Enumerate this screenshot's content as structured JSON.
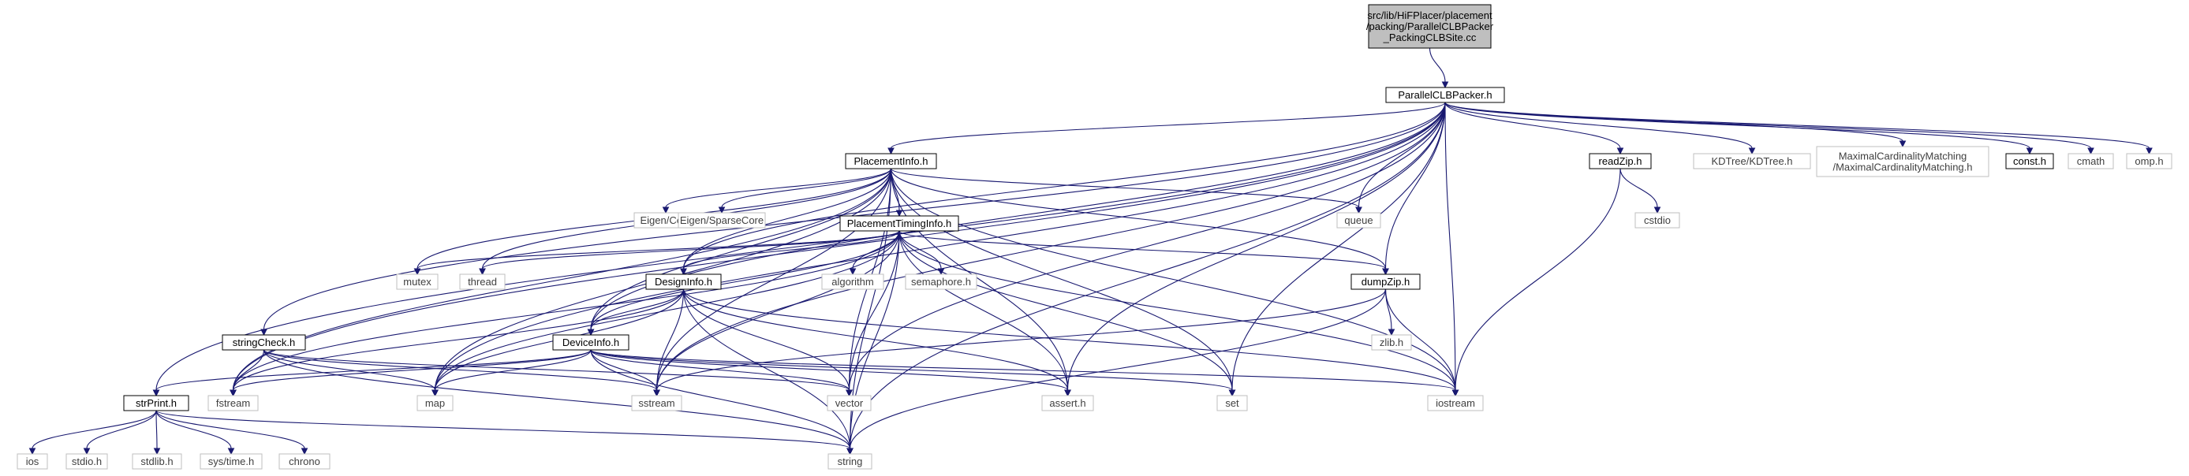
{
  "diagram": {
    "colors": {
      "edge": "#191970",
      "root_fill": "#bfbfbf",
      "root_border": "#000000",
      "doc_border": "#000000",
      "ext_border": "#bfbfbf",
      "text_doc": "#000000",
      "text_ext": "#3f3f3f"
    },
    "nodes": [
      {
        "id": "root",
        "label": [
          "src/lib/HiFPlacer/placement",
          "/packing/ParallelCLBPacker",
          "_PackingCLBSite.cc"
        ],
        "kind": "root"
      },
      {
        "id": "pclb",
        "label": [
          "ParallelCLBPacker.h"
        ],
        "kind": "doc"
      },
      {
        "id": "pinfo",
        "label": [
          "PlacementInfo.h"
        ],
        "kind": "doc"
      },
      {
        "id": "readzip",
        "label": [
          "readZip.h"
        ],
        "kind": "doc"
      },
      {
        "id": "kdtree",
        "label": [
          "KDTree/KDTree.h"
        ],
        "kind": "ext"
      },
      {
        "id": "mcm",
        "label": [
          "MaximalCardinalityMatching",
          "/MaximalCardinalityMatching.h"
        ],
        "kind": "ext"
      },
      {
        "id": "const",
        "label": [
          "const.h"
        ],
        "kind": "doc"
      },
      {
        "id": "cmath",
        "label": [
          "cmath"
        ],
        "kind": "ext"
      },
      {
        "id": "omp",
        "label": [
          "omp.h"
        ],
        "kind": "ext"
      },
      {
        "id": "eigcore",
        "label": [
          "Eigen/Core"
        ],
        "kind": "ext"
      },
      {
        "id": "eigsparse",
        "label": [
          "Eigen/SparseCore"
        ],
        "kind": "ext"
      },
      {
        "id": "queue",
        "label": [
          "queue"
        ],
        "kind": "ext"
      },
      {
        "id": "cstdio",
        "label": [
          "cstdio"
        ],
        "kind": "ext"
      },
      {
        "id": "ptiming",
        "label": [
          "PlacementTimingInfo.h"
        ],
        "kind": "doc"
      },
      {
        "id": "mutex",
        "label": [
          "mutex"
        ],
        "kind": "ext"
      },
      {
        "id": "thread",
        "label": [
          "thread"
        ],
        "kind": "ext"
      },
      {
        "id": "algorithm",
        "label": [
          "algorithm"
        ],
        "kind": "ext"
      },
      {
        "id": "semaphore",
        "label": [
          "semaphore.h"
        ],
        "kind": "ext"
      },
      {
        "id": "dinfo",
        "label": [
          "DesignInfo.h"
        ],
        "kind": "doc"
      },
      {
        "id": "dumpzip",
        "label": [
          "dumpZip.h"
        ],
        "kind": "doc"
      },
      {
        "id": "strcheck",
        "label": [
          "stringCheck.h"
        ],
        "kind": "doc"
      },
      {
        "id": "devinfo",
        "label": [
          "DeviceInfo.h"
        ],
        "kind": "doc"
      },
      {
        "id": "zlib",
        "label": [
          "zlib.h"
        ],
        "kind": "ext"
      },
      {
        "id": "strprint",
        "label": [
          "strPrint.h"
        ],
        "kind": "doc"
      },
      {
        "id": "fstream",
        "label": [
          "fstream"
        ],
        "kind": "ext"
      },
      {
        "id": "map",
        "label": [
          "map"
        ],
        "kind": "ext"
      },
      {
        "id": "sstream",
        "label": [
          "sstream"
        ],
        "kind": "ext"
      },
      {
        "id": "vector",
        "label": [
          "vector"
        ],
        "kind": "ext"
      },
      {
        "id": "assert",
        "label": [
          "assert.h"
        ],
        "kind": "ext"
      },
      {
        "id": "set",
        "label": [
          "set"
        ],
        "kind": "ext"
      },
      {
        "id": "iostream",
        "label": [
          "iostream"
        ],
        "kind": "ext"
      },
      {
        "id": "ios",
        "label": [
          "ios"
        ],
        "kind": "ext"
      },
      {
        "id": "stdio",
        "label": [
          "stdio.h"
        ],
        "kind": "ext"
      },
      {
        "id": "stdlib",
        "label": [
          "stdlib.h"
        ],
        "kind": "ext"
      },
      {
        "id": "systime",
        "label": [
          "sys/time.h"
        ],
        "kind": "ext"
      },
      {
        "id": "chrono",
        "label": [
          "chrono"
        ],
        "kind": "ext"
      },
      {
        "id": "string",
        "label": [
          "string"
        ],
        "kind": "ext"
      }
    ],
    "edges": [
      [
        "root",
        "pclb"
      ],
      [
        "pclb",
        "pinfo"
      ],
      [
        "pclb",
        "readzip"
      ],
      [
        "pclb",
        "kdtree"
      ],
      [
        "pclb",
        "mcm"
      ],
      [
        "pclb",
        "const"
      ],
      [
        "pclb",
        "cmath"
      ],
      [
        "pclb",
        "omp"
      ],
      [
        "pclb",
        "queue"
      ],
      [
        "pclb",
        "dinfo"
      ],
      [
        "pclb",
        "devinfo"
      ],
      [
        "pclb",
        "strcheck"
      ],
      [
        "pclb",
        "strprint"
      ],
      [
        "pclb",
        "fstream"
      ],
      [
        "pclb",
        "map"
      ],
      [
        "pclb",
        "sstream"
      ],
      [
        "pclb",
        "vector"
      ],
      [
        "pclb",
        "assert"
      ],
      [
        "pclb",
        "set"
      ],
      [
        "pclb",
        "iostream"
      ],
      [
        "pclb",
        "string"
      ],
      [
        "pclb",
        "dumpzip"
      ],
      [
        "pinfo",
        "eigcore"
      ],
      [
        "pinfo",
        "eigsparse"
      ],
      [
        "pinfo",
        "queue"
      ],
      [
        "pinfo",
        "ptiming"
      ],
      [
        "pinfo",
        "mutex"
      ],
      [
        "pinfo",
        "thread"
      ],
      [
        "pinfo",
        "dinfo"
      ],
      [
        "pinfo",
        "devinfo"
      ],
      [
        "pinfo",
        "dumpzip"
      ],
      [
        "pinfo",
        "fstream"
      ],
      [
        "pinfo",
        "map"
      ],
      [
        "pinfo",
        "sstream"
      ],
      [
        "pinfo",
        "vector"
      ],
      [
        "pinfo",
        "assert"
      ],
      [
        "pinfo",
        "set"
      ],
      [
        "pinfo",
        "iostream"
      ],
      [
        "pinfo",
        "string"
      ],
      [
        "readzip",
        "cstdio"
      ],
      [
        "readzip",
        "iostream"
      ],
      [
        "ptiming",
        "mutex"
      ],
      [
        "ptiming",
        "thread"
      ],
      [
        "ptiming",
        "algorithm"
      ],
      [
        "ptiming",
        "semaphore"
      ],
      [
        "ptiming",
        "dinfo"
      ],
      [
        "ptiming",
        "devinfo"
      ],
      [
        "ptiming",
        "dumpzip"
      ],
      [
        "ptiming",
        "fstream"
      ],
      [
        "ptiming",
        "map"
      ],
      [
        "ptiming",
        "sstream"
      ],
      [
        "ptiming",
        "vector"
      ],
      [
        "ptiming",
        "assert"
      ],
      [
        "ptiming",
        "set"
      ],
      [
        "ptiming",
        "iostream"
      ],
      [
        "ptiming",
        "string"
      ],
      [
        "dinfo",
        "devinfo"
      ],
      [
        "dinfo",
        "fstream"
      ],
      [
        "dinfo",
        "map"
      ],
      [
        "dinfo",
        "sstream"
      ],
      [
        "dinfo",
        "vector"
      ],
      [
        "dinfo",
        "assert"
      ],
      [
        "dinfo",
        "iostream"
      ],
      [
        "dinfo",
        "string"
      ],
      [
        "dumpzip",
        "zlib"
      ],
      [
        "dumpzip",
        "sstream"
      ],
      [
        "dumpzip",
        "iostream"
      ],
      [
        "dumpzip",
        "string"
      ],
      [
        "strcheck",
        "fstream"
      ],
      [
        "strcheck",
        "map"
      ],
      [
        "strcheck",
        "sstream"
      ],
      [
        "strcheck",
        "string"
      ],
      [
        "strcheck",
        "vector"
      ],
      [
        "devinfo",
        "strprint"
      ],
      [
        "devinfo",
        "fstream"
      ],
      [
        "devinfo",
        "map"
      ],
      [
        "devinfo",
        "sstream"
      ],
      [
        "devinfo",
        "vector"
      ],
      [
        "devinfo",
        "assert"
      ],
      [
        "devinfo",
        "set"
      ],
      [
        "devinfo",
        "iostream"
      ],
      [
        "devinfo",
        "string"
      ],
      [
        "strprint",
        "ios"
      ],
      [
        "strprint",
        "stdio"
      ],
      [
        "strprint",
        "stdlib"
      ],
      [
        "strprint",
        "systime"
      ],
      [
        "strprint",
        "chrono"
      ],
      [
        "strprint",
        "string"
      ]
    ]
  }
}
